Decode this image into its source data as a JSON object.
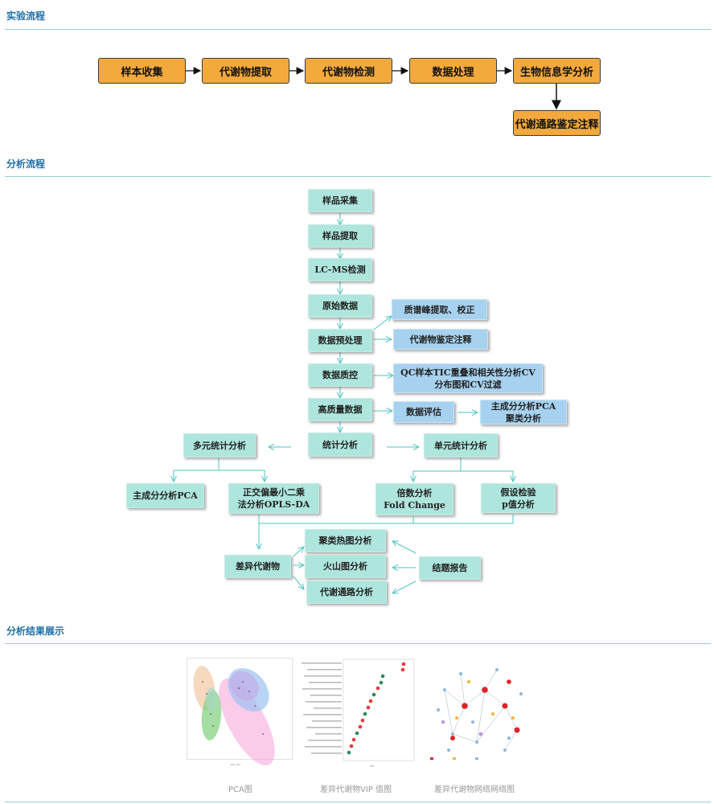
{
  "sections": {
    "experiment": "实验流程",
    "analysis": "分析流程",
    "results": "分析结果展示"
  },
  "experiment_flow": {
    "steps": [
      "样本收集",
      "代谢物提取",
      "代谢物检测",
      "数据处理",
      "生物信息学分析"
    ],
    "branch": "代谢通路鉴定注释"
  },
  "analysis_flow": {
    "sample_collection": "样品采集",
    "sample_extraction": "样品提取",
    "lcms": "LC-MS检测",
    "raw_data": "原始数据",
    "preprocessing": "数据预处理",
    "peak_extraction": "质谱峰提取、校正",
    "metabolite_annotation": "代谢物鉴定注释",
    "quality_control": "数据质控",
    "qc_detail": "QC样本TIC重叠和相关性分析CV\n分布图和CV过滤",
    "high_quality": "高质量数据",
    "data_evaluation": "数据评估",
    "pca_cluster": "主成分分析PCA\n聚类分析",
    "statistics": "统计分析",
    "multivariate": "多元统计分析",
    "univariate": "单元统计分析",
    "pca": "主成分分析PCA",
    "oplsda": "正交偏最小二乘\n法分析OPLS-DA",
    "fold_change": "倍数分析\nFold  Change",
    "pvalue": "假设检验\np值分析",
    "diff_metabolites": "差异代谢物",
    "heatmap": "聚类热图分析",
    "volcano": "火山图分析",
    "pathway": "代谢通路分析",
    "report": "结题报告"
  },
  "results": {
    "captions": [
      "PCA图",
      "差异代谢物VIP 值图",
      "差异代谢物网络网络图"
    ]
  },
  "colors": {
    "orange_box": "#f4a93c",
    "teal_box": "#aee6dd",
    "blue_box": "#a7d2ef",
    "arrow_teal": "#4cc4c0",
    "section_blue": "#1d6fa8"
  }
}
